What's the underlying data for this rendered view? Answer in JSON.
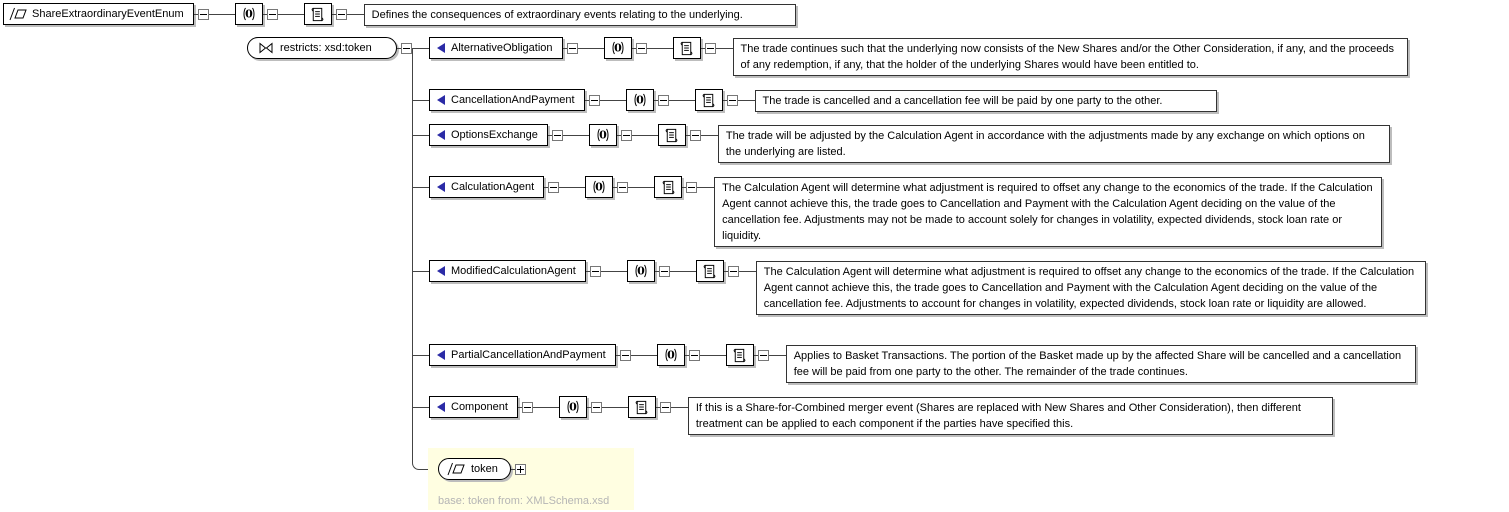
{
  "colors": {
    "enum-icon": "#2b2ba6",
    "panel": "#fffee1",
    "shadow": "#bdbdbd",
    "note-text": "#b5b5b5"
  },
  "diagram": {
    "root": {
      "label": "ShareExtraordinaryEventEnum",
      "doc": "Defines the consequences of extraordinary events relating to the underlying."
    },
    "restriction": {
      "label": "restricts: xsd:token"
    },
    "enumerations": [
      {
        "label": "AlternativeObligation",
        "doc": "The trade continues such that the underlying now consists of the New Shares and/or the Other Consideration, if any, and the proceeds of any redemption, if any, that the holder of the underlying Shares would have been entitled to."
      },
      {
        "label": "CancellationAndPayment",
        "doc": "The trade is cancelled and a cancellation fee will be paid by one party to the other."
      },
      {
        "label": "OptionsExchange",
        "doc": "The trade will be adjusted by the Calculation Agent in accordance with the adjustments made by any exchange on which options on the underlying are listed."
      },
      {
        "label": "CalculationAgent",
        "doc": "The Calculation Agent will determine what adjustment is required to offset any change to the economics of the trade. If the Calculation Agent cannot achieve this, the trade goes to Cancellation and Payment with the Calculation Agent deciding on the value of the cancellation fee. Adjustments may not be made to account solely for changes in volatility, expected dividends, stock loan rate or liquidity."
      },
      {
        "label": "ModifiedCalculationAgent",
        "doc": "The Calculation Agent will determine what adjustment is required to offset any change to the economics of the trade. If the Calculation Agent cannot achieve this, the trade goes to Cancellation and Payment with the Calculation Agent deciding on the value of the cancellation fee. Adjustments to account for changes in volatility, expected dividends, stock loan rate or liquidity are allowed."
      },
      {
        "label": "PartialCancellationAndPayment",
        "doc": "Applies to Basket Transactions. The portion of the Basket made up by the affected Share will be cancelled and a cancellation fee will be paid from one party to the other. The remainder of the trade continues."
      },
      {
        "label": "Component",
        "doc": "If this is a Share-for-Combined merger event (Shares are replaced with New Shares and Other Consideration), then different treatment can be applied to each component if the parties have specified this."
      }
    ],
    "base": {
      "label": "token",
      "note": "base: token from: XMLSchema.xsd"
    }
  }
}
